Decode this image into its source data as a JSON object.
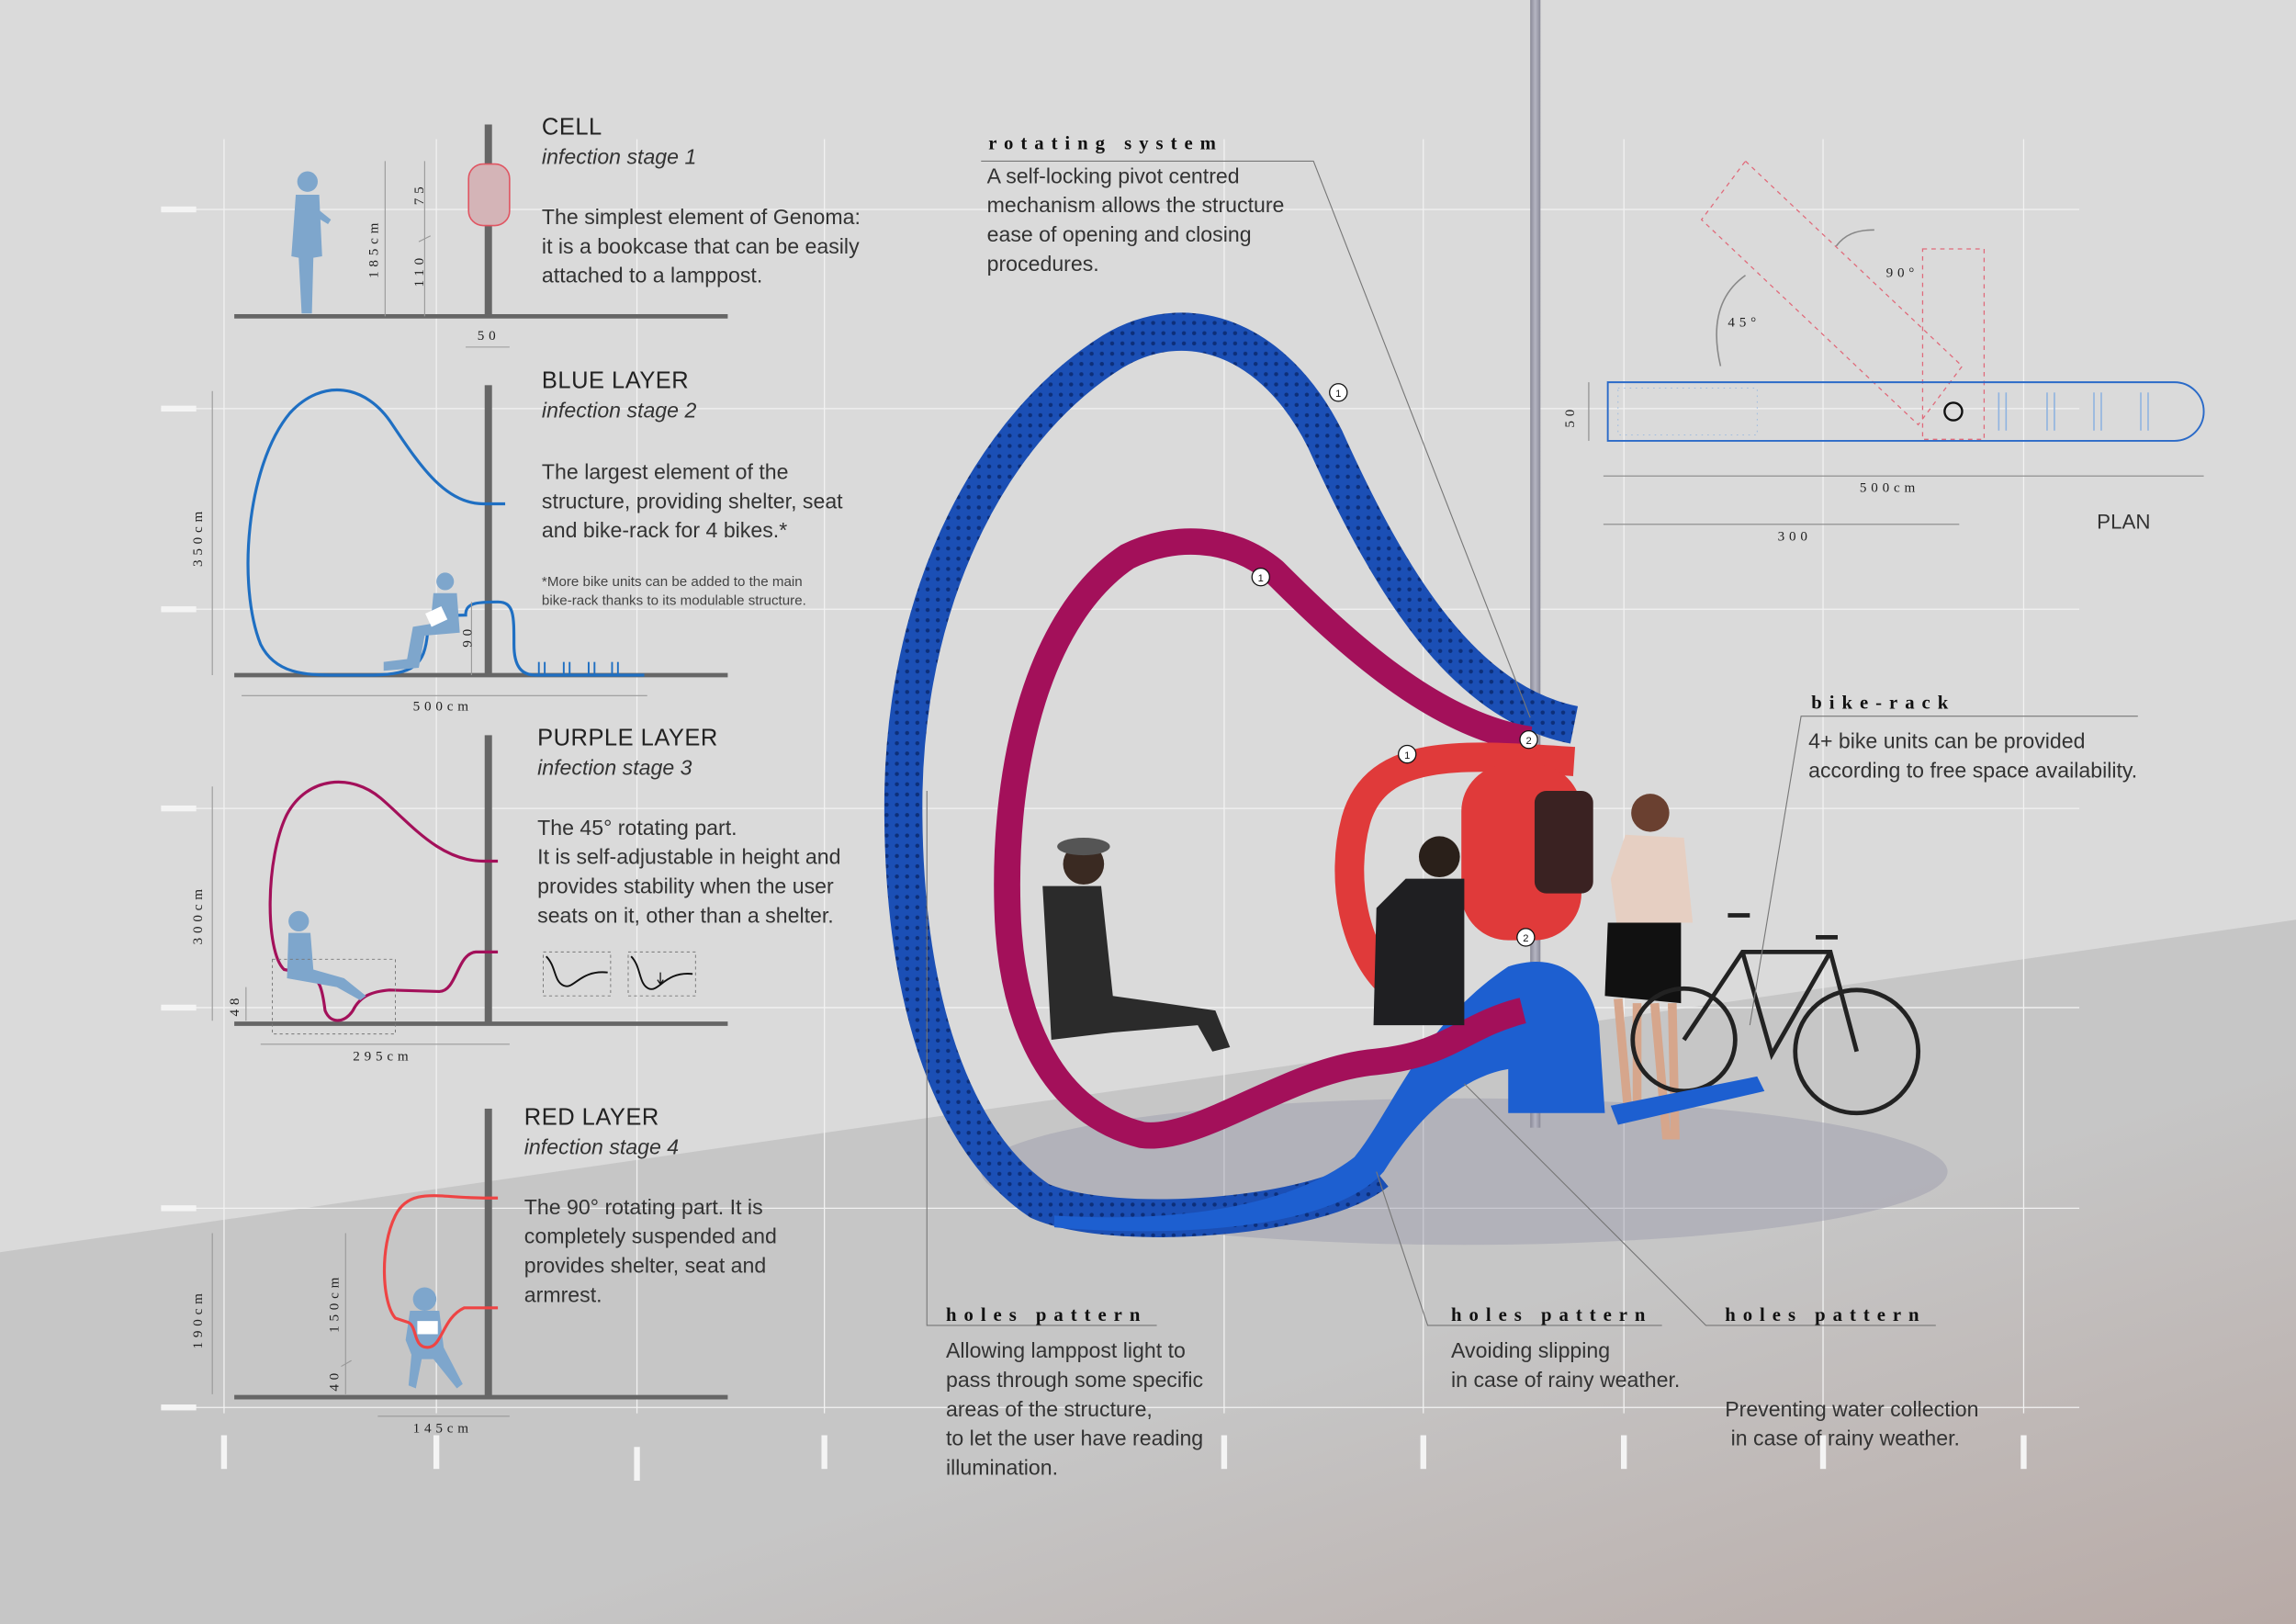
{
  "cell": {
    "title": "CELL",
    "stage": "infection stage 1",
    "body": [
      "The simplest element of Genoma:",
      "it is a bookcase that can be easily",
      "attached to a lamppost."
    ],
    "dims": {
      "total": "185cm",
      "upper": "75",
      "lower": "110",
      "width": "50"
    }
  },
  "blue": {
    "title": "BLUE LAYER",
    "stage": "infection stage 2",
    "body": [
      "The largest element of the",
      "structure, providing shelter, seat",
      "and bike-rack for 4 bikes.*"
    ],
    "footnote": [
      "*More bike units can be added to the main",
      "bike-rack thanks to its modulable structure."
    ],
    "dims": {
      "height": "350cm",
      "width": "500cm",
      "seat": "90"
    }
  },
  "purple": {
    "title": "PURPLE LAYER",
    "stage": "infection stage 3",
    "body": [
      "The 45° rotating part.",
      "It is self-adjustable in height and",
      "provides stability when the user",
      "seats on it, other than a shelter."
    ],
    "dims": {
      "height": "300cm",
      "seat": "48",
      "width": "295cm"
    }
  },
  "red": {
    "title": "RED LAYER",
    "stage": "infection stage 4",
    "body": [
      "The 90° rotating part. It is",
      "completely suspended and",
      "provides shelter, seat and",
      "armrest."
    ],
    "dims": {
      "height": "190cm",
      "upper": "150cm",
      "lower": "40",
      "width": "145cm"
    }
  },
  "rotating": {
    "label": "rotating system",
    "body": [
      "A self-locking pivot centred",
      "mechanism allows the structure",
      "ease of opening and closing",
      "procedures."
    ]
  },
  "plan": {
    "title": "PLAN",
    "angle1": "45°",
    "angle2": "90°",
    "depth": "50",
    "length": "500cm",
    "partial": "300"
  },
  "bikerack": {
    "label": "bike-rack",
    "body": [
      "4+ bike units can be provided",
      "according to free space availability."
    ]
  },
  "holes": [
    {
      "label": "holes pattern",
      "body": [
        "Allowing lamppost light to",
        "pass through some specific",
        "areas of the structure,",
        "to let the user have reading",
        "illumination."
      ]
    },
    {
      "label": "holes pattern",
      "body": [
        "Avoiding slipping",
        "in case of rainy weather."
      ]
    },
    {
      "label": "holes pattern",
      "body": [
        "Preventing water collection",
        " in case of rainy weather."
      ]
    }
  ],
  "markers": [
    "1",
    "1",
    "2",
    "1",
    "2"
  ],
  "colors": {
    "blue": "#1b4fb5",
    "purple": "#a3105a",
    "red": "#e8383d",
    "pole": "#666666"
  }
}
